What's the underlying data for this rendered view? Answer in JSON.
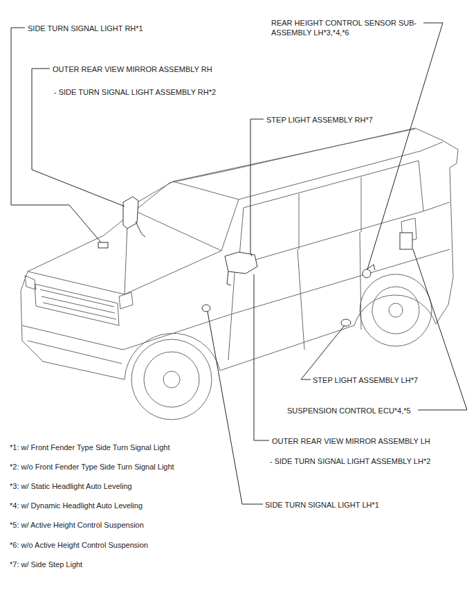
{
  "diagram": {
    "labels": [
      "SIDE TURN SIGNAL LIGHT RH*1",
      "OUTER REAR VIEW MIRROR ASSEMBLY RH",
      "- SIDE TURN SIGNAL LIGHT ASSEMBLY RH*2",
      "REAR HEIGHT CONTROL SENSOR SUB- ASSEMBLY LH*3,*4,*6",
      "STEP LIGHT ASSEMBLY RH*7",
      "STEP LIGHT ASSEMBLY LH*7",
      "SUSPENSION CONTROL ECU*4,*5",
      "OUTER REAR VIEW MIRROR ASSEMBLY LH",
      "- SIDE TURN SIGNAL LIGHT ASSEMBLY LH*2",
      "SIDE TURN SIGNAL LIGHT LH*1",
      "*1: w/ Front Fender Type Side Turn Signal Light",
      "*2: w/o Front Fender Type Side Turn Signal Light",
      "*3: w/ Static Headlight Auto Leveling",
      "*4: w/ Dynamic Headlight Auto Leveling",
      "*5: w/ Active Height Control Suspension",
      "*6: w/o Active Height Control Suspension",
      "*7: w/ Side Step Light"
    ]
  }
}
